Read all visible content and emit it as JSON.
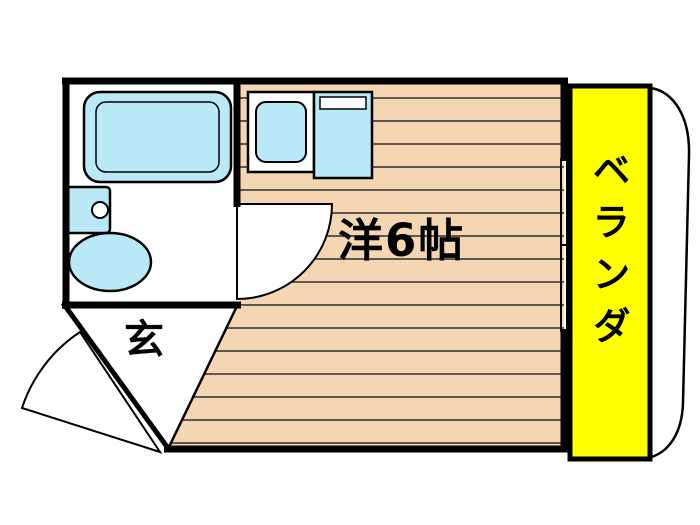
{
  "floorplan": {
    "room_label": "洋6帖",
    "entrance_label": "玄",
    "balcony_label": "ベランダ"
  },
  "colors": {
    "background": "#ffffff",
    "wall": "#000000",
    "floor": "#f5d6b2",
    "floor_line": "#5f564e",
    "fixture": "#b9e8f7",
    "balcony": "#ffff00"
  }
}
